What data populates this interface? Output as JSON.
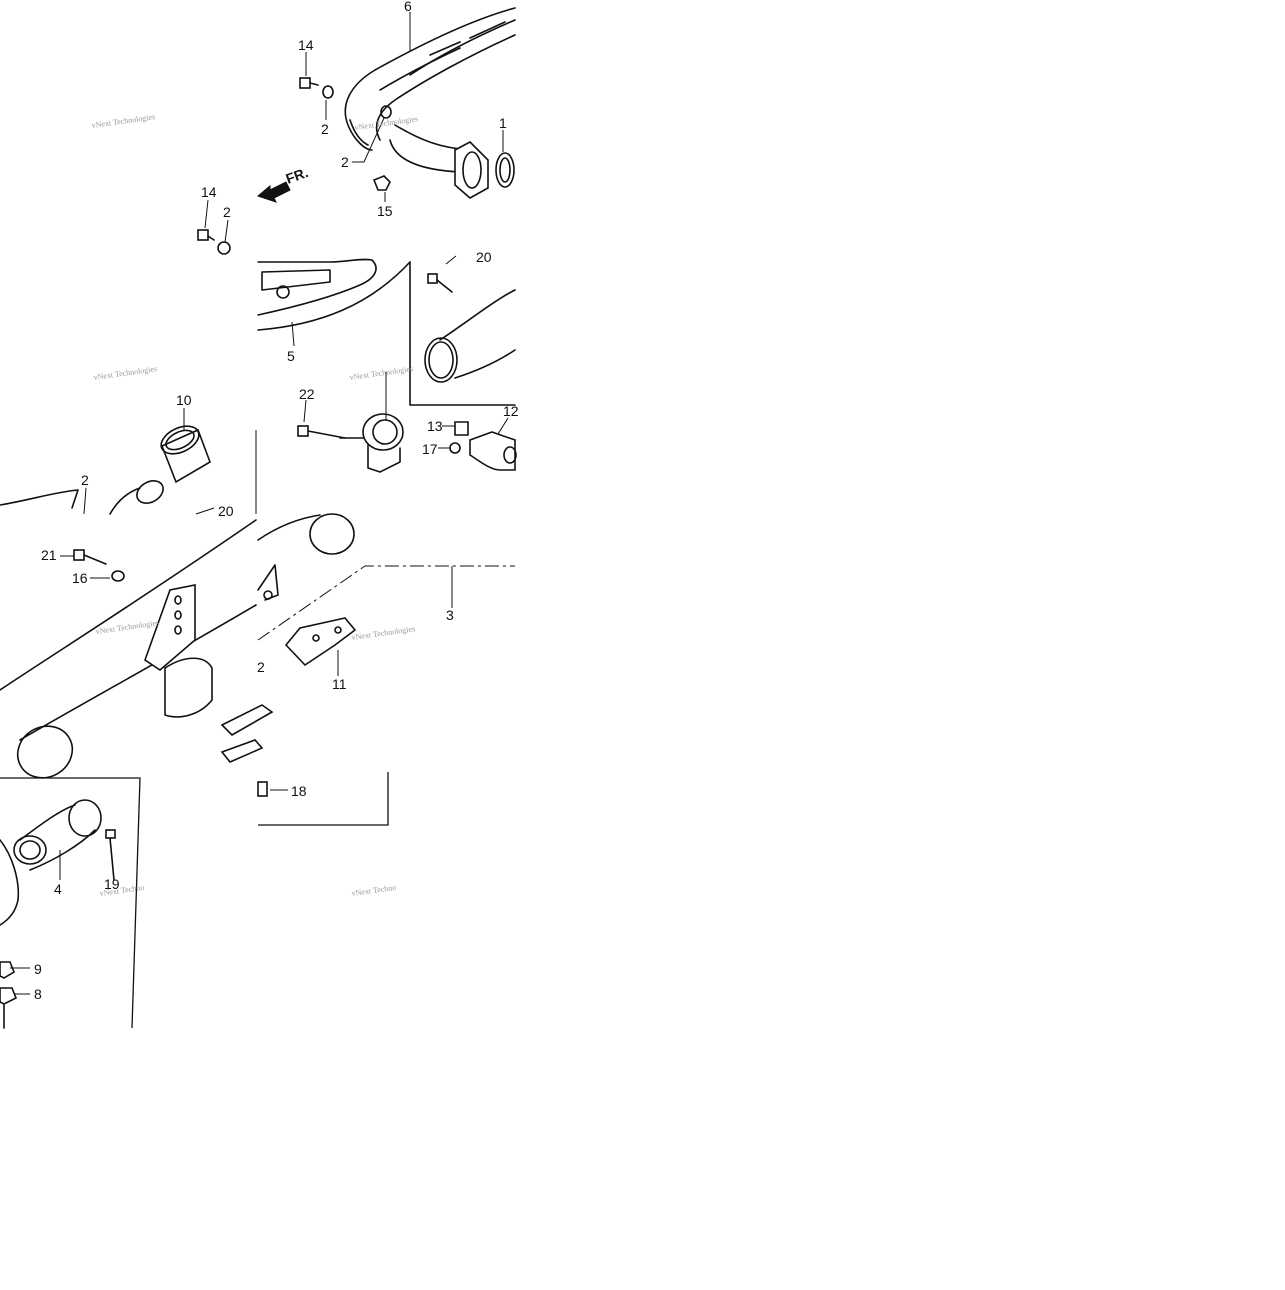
{
  "diagram": {
    "direction_arrow": {
      "label": "FR.",
      "icon": "front-arrow-icon"
    },
    "watermark": "vNext Technologies",
    "watermark_partial": "vNext Techno",
    "callouts": {
      "c1": "1",
      "c2a": "2",
      "c2b": "2",
      "c2c": "2",
      "c2d": "2",
      "c2e": "2",
      "c3": "3",
      "c4": "4",
      "c5": "5",
      "c6": "6",
      "c8": "8",
      "c9": "9",
      "c10": "10",
      "c11": "11",
      "c12": "12",
      "c13": "13",
      "c14a": "14",
      "c14b": "14",
      "c15": "15",
      "c16": "16",
      "c17": "17",
      "c18": "18",
      "c19": "19",
      "c20a": "20",
      "c20b": "20",
      "c21": "21",
      "c22": "22"
    }
  }
}
